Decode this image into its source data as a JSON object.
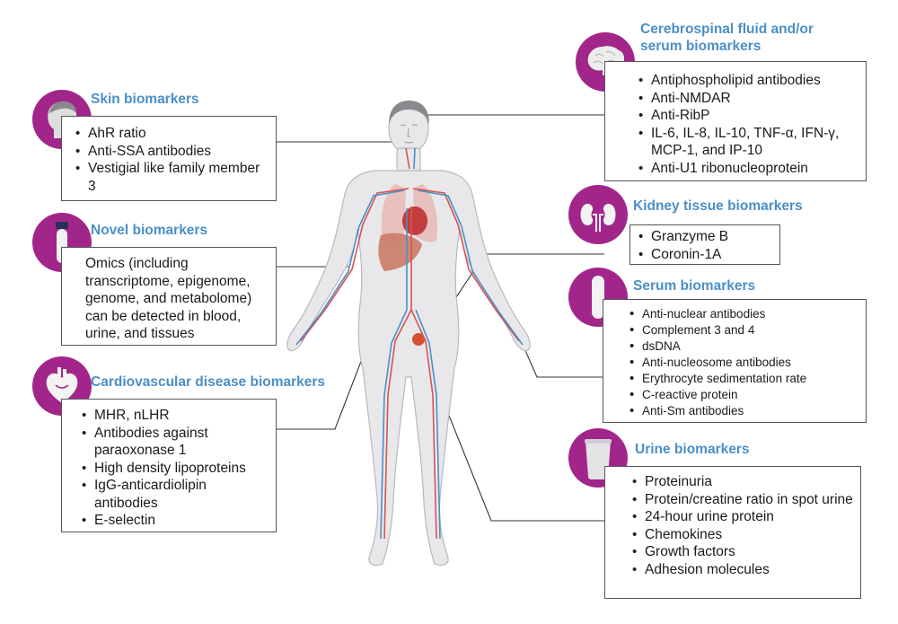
{
  "skin": {
    "title": "Skin biomarkers",
    "items": [
      "AhR ratio",
      "Anti-SSA antibodies",
      "Vestigial like family member 3"
    ]
  },
  "novel": {
    "title": "Novel biomarkers",
    "text": "Omics (including transcriptome, epigenome, genome, and metabolome) can be detected in blood, urine, and tissues"
  },
  "cardio": {
    "title": "Cardiovascular disease biomarkers",
    "items": [
      "MHR, nLHR",
      "Antibodies against paraoxonase 1",
      "High density lipoproteins",
      "IgG-anticardiolipin antibodies",
      "E-selectin"
    ]
  },
  "csf": {
    "title_line1": "Cerebrospinal fluid and/or",
    "title_line2": "serum biomarkers",
    "items": [
      "Antiphospholipid antibodies",
      "Anti-NMDAR",
      "Anti-RibP",
      "IL-6, IL-8, IL-10, TNF-α, IFN-γ, MCP-1, and IP-10",
      "Anti-U1 ribonucleoprotein"
    ]
  },
  "kidney": {
    "title": "Kidney tissue biomarkers",
    "items": [
      "Granzyme B",
      "Coronin-1A"
    ]
  },
  "serum": {
    "title": "Serum biomarkers",
    "items": [
      "Anti-nuclear antibodies",
      "Complement 3 and 4",
      "dsDNA",
      "Anti-nucleosome antibodies",
      "Erythrocyte sedimentation rate",
      "C-reactive protein",
      "Anti-Sm antibodies"
    ]
  },
  "urine": {
    "title": "Urine biomarkers",
    "items": [
      "Proteinuria",
      "Protein/creatine ratio in spot urine",
      "24-hour urine protein",
      "Chemokines",
      "Growth factors",
      "Adhesion molecules"
    ]
  },
  "colors": {
    "badge": "#a2268a",
    "title": "#4a8fc7",
    "border": "#555555",
    "artery": "#d9534f",
    "vein": "#4a90c8"
  },
  "icons": {
    "skin": "head-profile-icon",
    "novel": "blood-tube-icon",
    "cardio": "heart-icon",
    "csf": "brain-icon",
    "kidney": "kidneys-icon",
    "serum": "serum-tube-icon",
    "urine": "urine-cup-icon"
  }
}
